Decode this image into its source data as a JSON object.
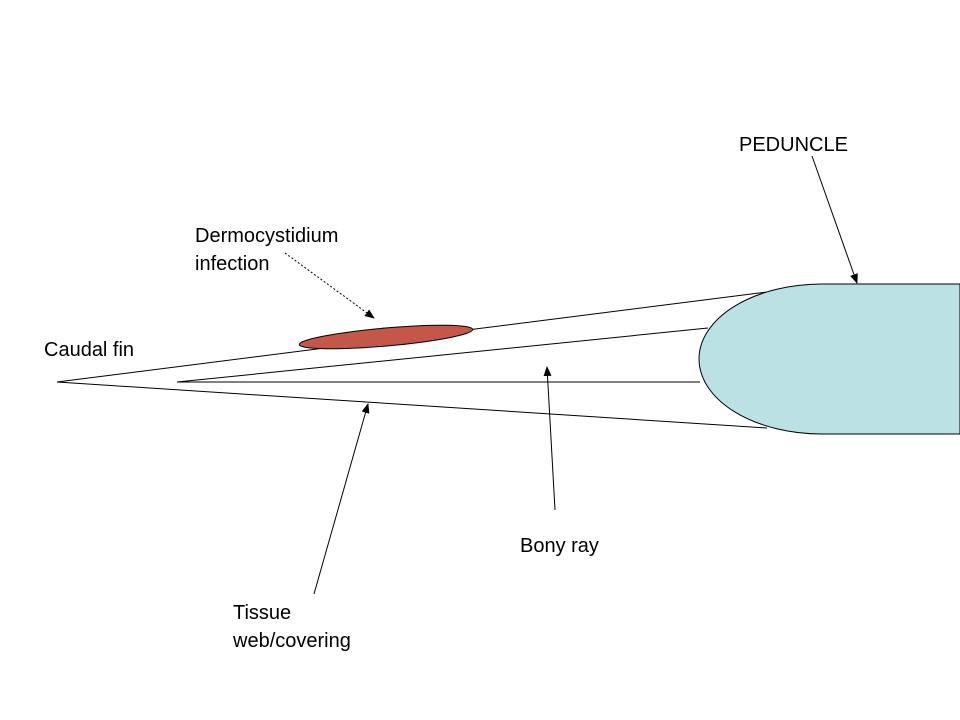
{
  "labels": {
    "peduncle": "PEDUNCLE",
    "infection_line1": "Dermocystidium",
    "infection_line2": "infection",
    "caudal_fin": "Caudal fin",
    "bony_ray": "Bony ray",
    "tissue_line1": "Tissue",
    "tissue_line2": "web/covering"
  },
  "colors": {
    "peduncle_fill": "#bce1e4",
    "infection_fill": "#c4574a",
    "line": "#000000"
  }
}
